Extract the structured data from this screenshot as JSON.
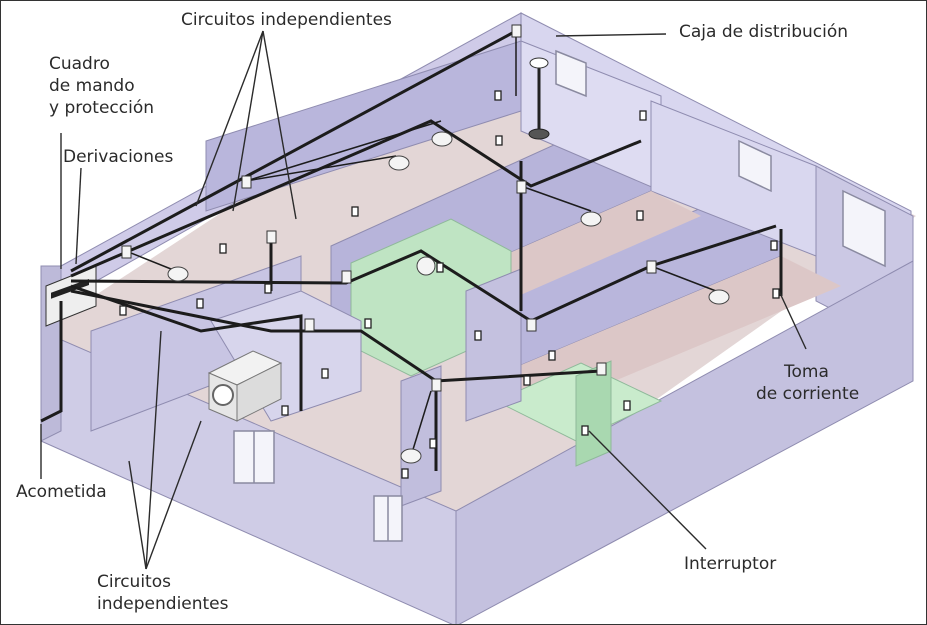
{
  "labels": {
    "circuitos_top": "Circuitos independientes",
    "caja": "Caja de distribución",
    "cuadro": [
      "Cuadro",
      "de mando",
      "y protección"
    ],
    "derivaciones": "Derivaciones",
    "toma": [
      "Toma",
      "de corriente"
    ],
    "acometida": "Acometida",
    "interruptor": "Interruptor",
    "circuitos_bottom": [
      "Circuitos",
      "independientes"
    ]
  },
  "colors": {
    "wall_lavender": "#c9c7e6",
    "wall_top": "#d9d7ee",
    "floor_pink": "#e2d3d3",
    "green_room": "#bfe4c3",
    "wire": "#1c1c1c",
    "text": "#2b2b2b"
  }
}
